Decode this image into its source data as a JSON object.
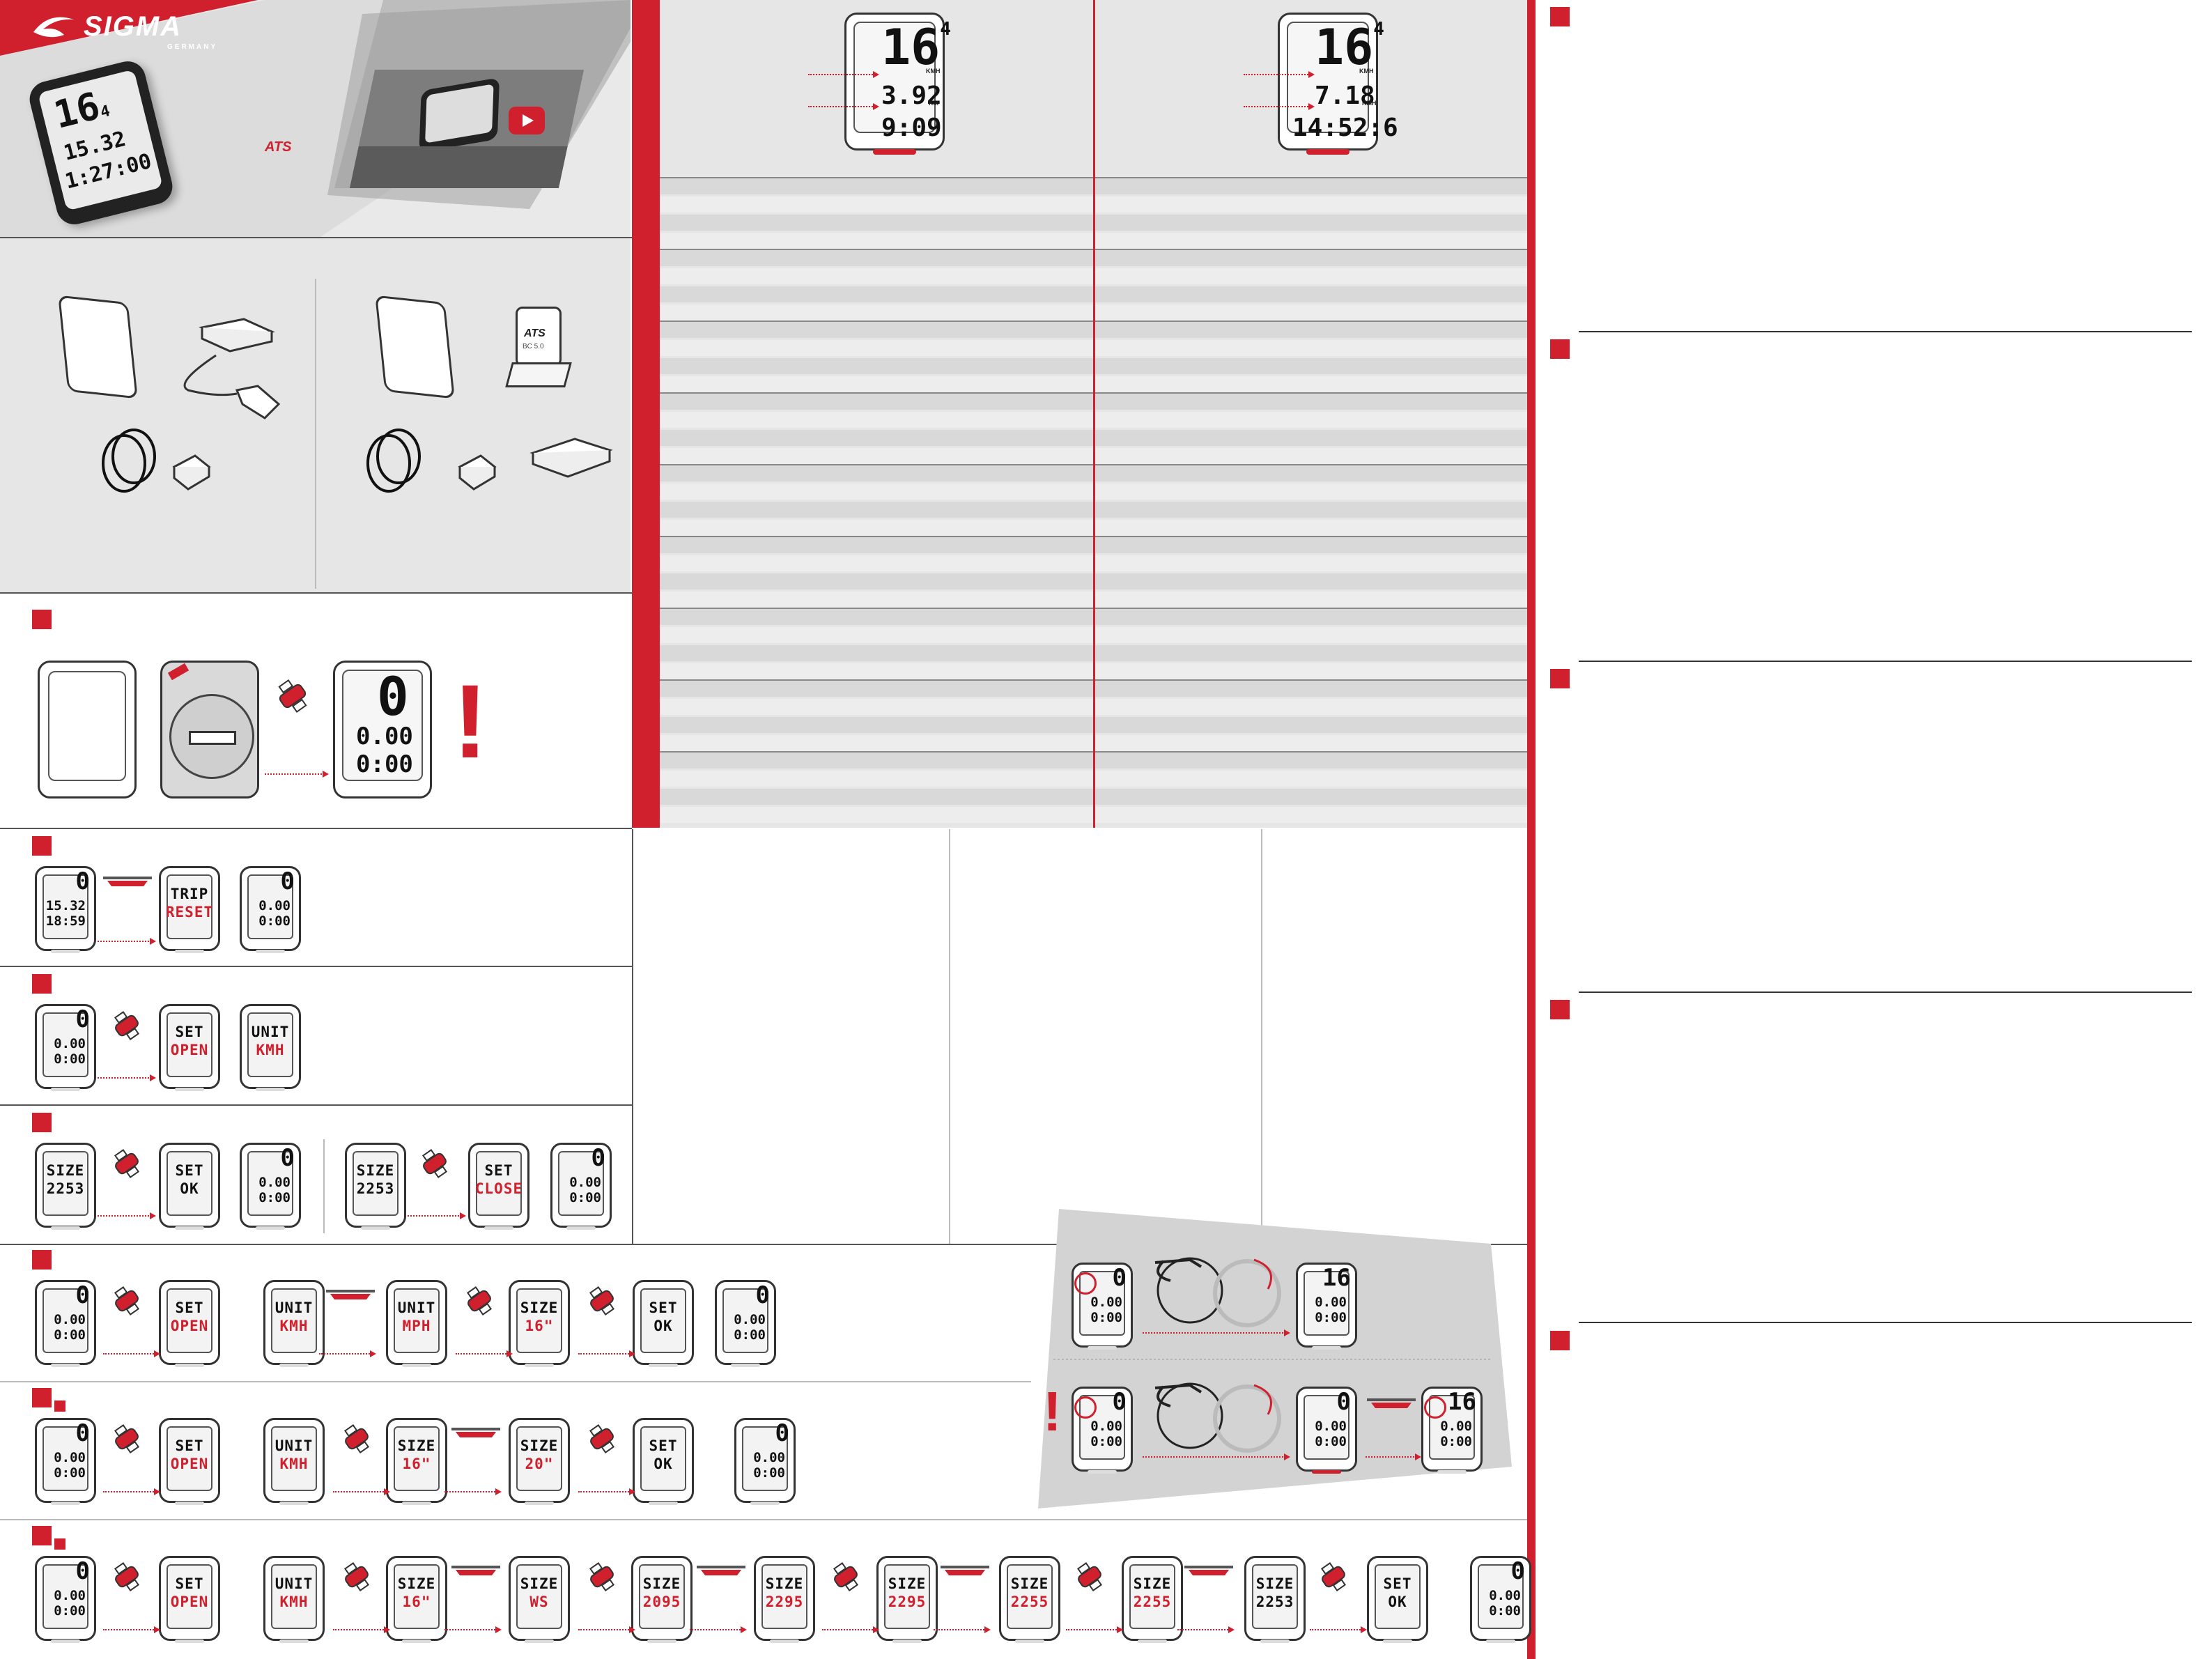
{
  "brand": {
    "logo": "SIGMA",
    "tagline": "GERMANY",
    "ats_badge": "ATS"
  },
  "colors": {
    "accent": "#d0202e",
    "grey_panel": "#e6e6e6",
    "stripe_dark": "#d9d9d9",
    "stripe_light": "#ededed"
  },
  "video": {
    "icon": "play-icon"
  },
  "accessories": {
    "sensor_label_brand": "ATS",
    "sensor_label_text": "BC 5.0"
  },
  "step_display": {
    "speed": "0",
    "dist": "0.00",
    "time": "0:00"
  },
  "warning": {
    "mark": "!"
  },
  "spec_displays": [
    {
      "speed": "16",
      "dec": "4",
      "unit": "KMH",
      "line1": "3.92",
      "line1_unit": "KM",
      "line2": "9:09"
    },
    {
      "speed": "16",
      "dec": "4",
      "unit": "KMH",
      "line1": "7.18",
      "line1_unit": "KMH",
      "line2": "14:52:6"
    }
  ],
  "rows": {
    "reset": [
      {
        "top": "0",
        "l1": "15.32",
        "l2": "18:59"
      },
      {
        "l1": "TRIP",
        "l2": "RESET"
      },
      {
        "top": "0",
        "l1": "0.00",
        "l2": "0:00"
      }
    ],
    "open": [
      {
        "top": "0",
        "l1": "0.00",
        "l2": "0:00"
      },
      {
        "l1": "SET",
        "l2": "OPEN"
      },
      {
        "l1": "UNIT",
        "l2": "KMH"
      }
    ],
    "size_ok": [
      {
        "l1": "SIZE",
        "l2": "2253"
      },
      {
        "l1": "SET",
        "l2": "OK"
      },
      {
        "top": "0",
        "l1": "0.00",
        "l2": "0:00"
      }
    ],
    "size_close": [
      {
        "l1": "SIZE",
        "l2": "2253"
      },
      {
        "l1": "SET",
        "l2": "CLOSE"
      },
      {
        "top": "0",
        "l1": "0.00",
        "l2": "0:00"
      }
    ],
    "unit_change": [
      {
        "top": "0",
        "l1": "0.00",
        "l2": "0:00"
      },
      {
        "l1": "SET",
        "l2": "OPEN"
      },
      {
        "l1": "UNIT",
        "l2": "KMH"
      },
      {
        "l1": "UNIT",
        "l2": "MPH"
      },
      {
        "l1": "SIZE",
        "l2": "16\""
      },
      {
        "l1": "SET",
        "l2": "OK"
      },
      {
        "top": "0",
        "l1": "0.00",
        "l2": "0:00"
      }
    ],
    "size_inch": [
      {
        "top": "0",
        "l1": "0.00",
        "l2": "0:00"
      },
      {
        "l1": "SET",
        "l2": "OPEN"
      },
      {
        "l1": "UNIT",
        "l2": "KMH"
      },
      {
        "l1": "SIZE",
        "l2": "16\""
      },
      {
        "l1": "SIZE",
        "l2": "20\""
      },
      {
        "l1": "SET",
        "l2": "OK"
      },
      {
        "top": "0",
        "l1": "0.00",
        "l2": "0:00"
      }
    ],
    "size_mm": [
      {
        "top": "0",
        "l1": "0.00",
        "l2": "0:00"
      },
      {
        "l1": "SET",
        "l2": "OPEN"
      },
      {
        "l1": "UNIT",
        "l2": "KMH"
      },
      {
        "l1": "SIZE",
        "l2": "16\""
      },
      {
        "l1": "SIZE",
        "l2": "WS"
      },
      {
        "l1": "SIZE",
        "l2": "2095"
      },
      {
        "l1": "SIZE",
        "l2": "2295"
      },
      {
        "l1": "SIZE",
        "l2": "2295"
      },
      {
        "l1": "SIZE",
        "l2": "2255"
      },
      {
        "l1": "SIZE",
        "l2": "2255"
      },
      {
        "l1": "SIZE",
        "l2": "2253"
      },
      {
        "l1": "SET",
        "l2": "OK"
      },
      {
        "top": "0",
        "l1": "0.00",
        "l2": "0:00"
      }
    ]
  },
  "wake": [
    {
      "top": "0",
      "l1": "0.00",
      "l2": "0:00"
    },
    {
      "top": "16",
      "l1": "0.00",
      "l2": "0:00"
    },
    {
      "top": "0",
      "l1": "0.00",
      "l2": "0:00"
    },
    {
      "top": "0",
      "l1": "0.00",
      "l2": "0:00"
    },
    {
      "top": "16",
      "l1": "0.00",
      "l2": "0:00"
    }
  ]
}
